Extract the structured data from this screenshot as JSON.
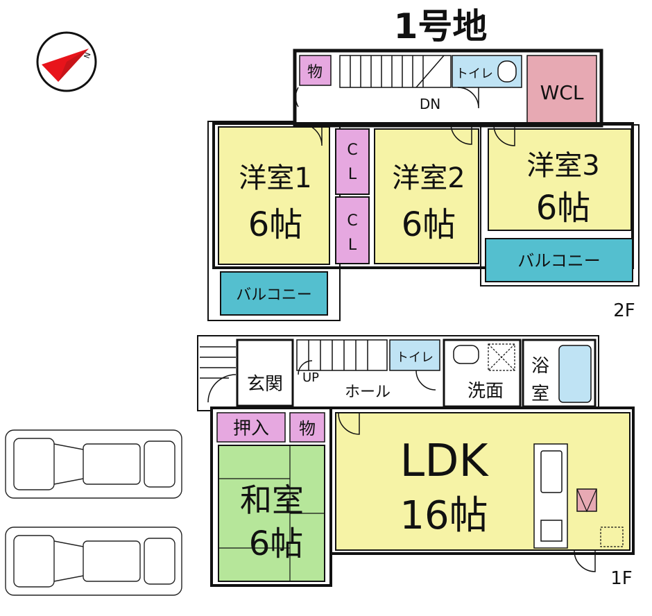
{
  "title": "1号地",
  "colors": {
    "title": "#1b58c8",
    "bedroom": "#f6f3a6",
    "storage": "#e6a8e0",
    "toilet": "#bfe3f4",
    "wcl": "#e7a9b3",
    "balcony": "#54bfcf",
    "washitsu": "#b6e69a",
    "ldk": "#f6f3a6",
    "bath": "#bfe3f4",
    "compass": "#e8141b"
  },
  "compass": {
    "north_label": "N"
  },
  "floor2": {
    "floor_label": "2F",
    "mono": "物",
    "stairs_label": "DN",
    "toilet": "トイレ",
    "wcl": "WCL",
    "room1": {
      "name": "洋室1",
      "size": "6帖"
    },
    "room2": {
      "name": "洋室2",
      "size": "6帖"
    },
    "room3": {
      "name": "洋室3",
      "size": "6帖"
    },
    "cl1": [
      "C",
      "L"
    ],
    "cl2": [
      "C",
      "L"
    ],
    "balcony_left": "バルコニー",
    "balcony_right": "バルコニー"
  },
  "floor1": {
    "floor_label": "1F",
    "entrance": "玄関",
    "up": "UP",
    "hall": "ホール",
    "toilet": "トイレ",
    "washroom": "洗面",
    "bath": [
      "浴",
      "室"
    ],
    "oshiire": "押入",
    "mono": "物",
    "washitsu": {
      "name": "和室",
      "size": "6帖"
    },
    "ldk": {
      "name": "LDK",
      "size": "16帖"
    }
  }
}
